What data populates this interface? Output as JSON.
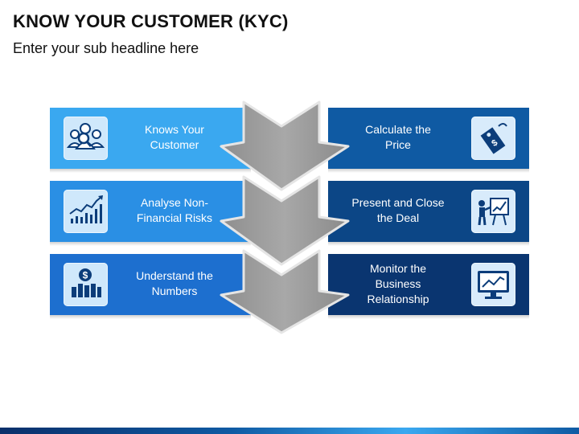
{
  "header": {
    "title": "KNOW YOUR CUSTOMER (KYC)",
    "subtitle": "Enter your sub headline here"
  },
  "steps_left": [
    {
      "label_line1": "Knows Your",
      "label_line2": "Customer",
      "icon": "customer-search-icon"
    },
    {
      "label_line1": "Analyse Non-",
      "label_line2": "Financial Risks",
      "icon": "growth-chart-icon"
    },
    {
      "label_line1": "Understand the",
      "label_line2": "Numbers",
      "icon": "dollar-bar-chart-icon"
    }
  ],
  "steps_right": [
    {
      "label_line1": "Calculate the",
      "label_line2": "Price",
      "icon": "price-tag-icon"
    },
    {
      "label_line1": "Present and Close",
      "label_line2": "the Deal",
      "icon": "presentation-icon"
    },
    {
      "label_line1": "Monitor the",
      "label_line2": "Business",
      "label_line3": "Relationship",
      "icon": "monitor-chart-icon"
    }
  ],
  "colors": {
    "left_bars": [
      "#3aa8f0",
      "#2a8fe4",
      "#1d6fcf"
    ],
    "right_bars": [
      "#0f5aa3",
      "#0c4686",
      "#0a3570"
    ],
    "arrow": "#9a9a9a",
    "icon_ink": "#0c3d7a"
  }
}
